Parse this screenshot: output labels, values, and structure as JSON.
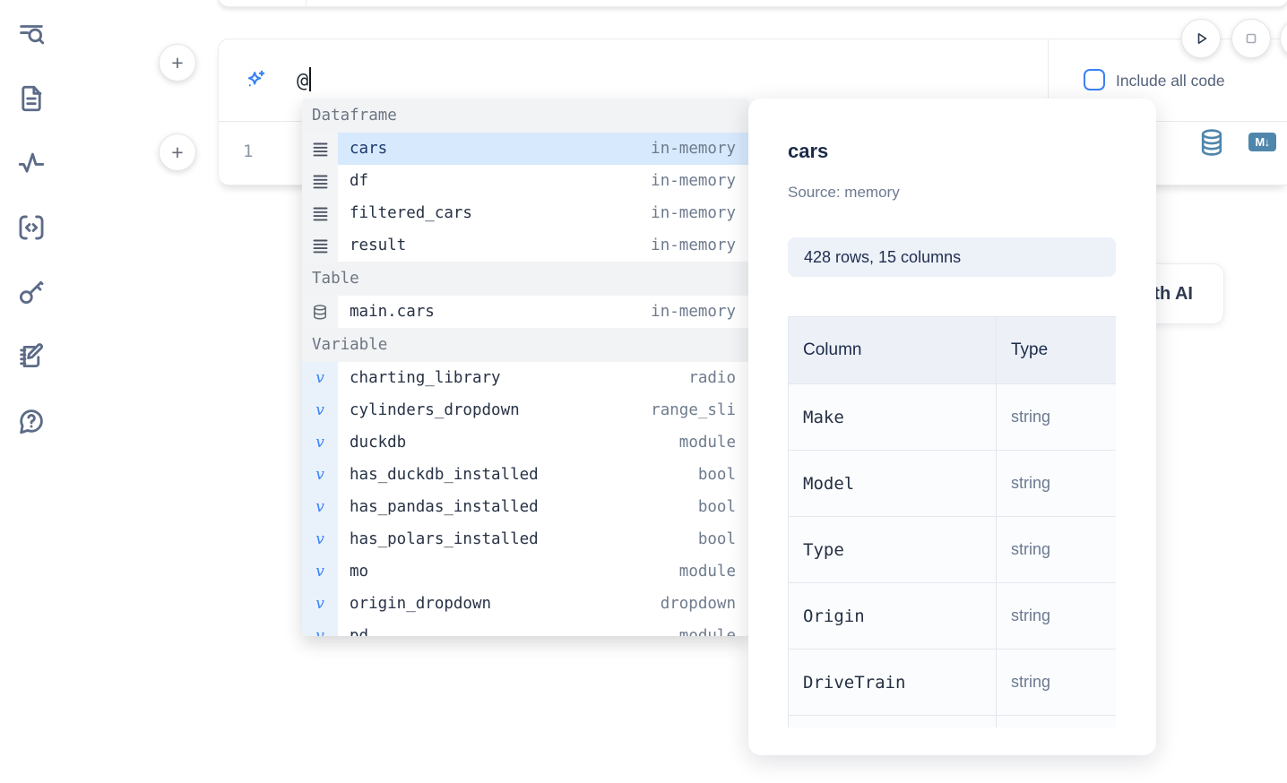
{
  "colors": {
    "accent_blue": "#3b82f6",
    "steel_blue": "#4f86ac",
    "selection_bg": "#d7e9fc"
  },
  "sidebar": {
    "items": [
      {
        "icon": "list-search-icon"
      },
      {
        "icon": "file-document-icon"
      },
      {
        "icon": "activity-icon"
      },
      {
        "icon": "code-snippet-icon"
      },
      {
        "icon": "key-icon"
      },
      {
        "icon": "scratchpad-icon"
      },
      {
        "icon": "help-chat-icon"
      }
    ]
  },
  "cell_controls": {
    "add_button_top": "+",
    "add_button_bottom": "+",
    "run_icon": "play-icon",
    "stop_icon": "stop-icon"
  },
  "ai_prompt": {
    "value": "@",
    "include_all_code_label": "Include all code",
    "checkbox_checked": false,
    "sparkle_icon": "sparkles-icon"
  },
  "editor": {
    "line_number": "1",
    "database_icon": "database-icon",
    "markdown_badge": "M↓"
  },
  "generate_ai_button": {
    "label": "Generate with AI"
  },
  "autocomplete": {
    "sections": [
      {
        "label": "Dataframe",
        "kind": "dataframe",
        "icon": "dataframe-icon",
        "items": [
          {
            "name": "cars",
            "type": "in-memory",
            "selected": true
          },
          {
            "name": "df",
            "type": "in-memory"
          },
          {
            "name": "filtered_cars",
            "type": "in-memory"
          },
          {
            "name": "result",
            "type": "in-memory"
          }
        ]
      },
      {
        "label": "Table",
        "kind": "table",
        "icon": "table-icon",
        "items": [
          {
            "name": "main.cars",
            "type": "in-memory"
          }
        ]
      },
      {
        "label": "Variable",
        "kind": "variable",
        "icon": "variable-icon",
        "items": [
          {
            "name": "charting_library",
            "type": "radio"
          },
          {
            "name": "cylinders_dropdown",
            "type": "range_sli"
          },
          {
            "name": "duckdb",
            "type": "module"
          },
          {
            "name": "has_duckdb_installed",
            "type": "bool"
          },
          {
            "name": "has_pandas_installed",
            "type": "bool"
          },
          {
            "name": "has_polars_installed",
            "type": "bool"
          },
          {
            "name": "mo",
            "type": "module"
          },
          {
            "name": "origin_dropdown",
            "type": "dropdown"
          },
          {
            "name": "pd",
            "type": "module",
            "partial": true
          }
        ]
      }
    ]
  },
  "preview_panel": {
    "title": "cars",
    "source": "Source: memory",
    "stats": "428 rows, 15 columns",
    "table": {
      "headers": [
        "Column",
        "Type"
      ],
      "rows": [
        {
          "cells": [
            "Make",
            "string"
          ]
        },
        {
          "cells": [
            "Model",
            "string"
          ]
        },
        {
          "cells": [
            "Type",
            "string"
          ]
        },
        {
          "cells": [
            "Origin",
            "string"
          ]
        },
        {
          "cells": [
            "DriveTrain",
            "string"
          ]
        },
        {
          "cells": [
            "",
            ""
          ],
          "partial": true
        }
      ]
    }
  }
}
